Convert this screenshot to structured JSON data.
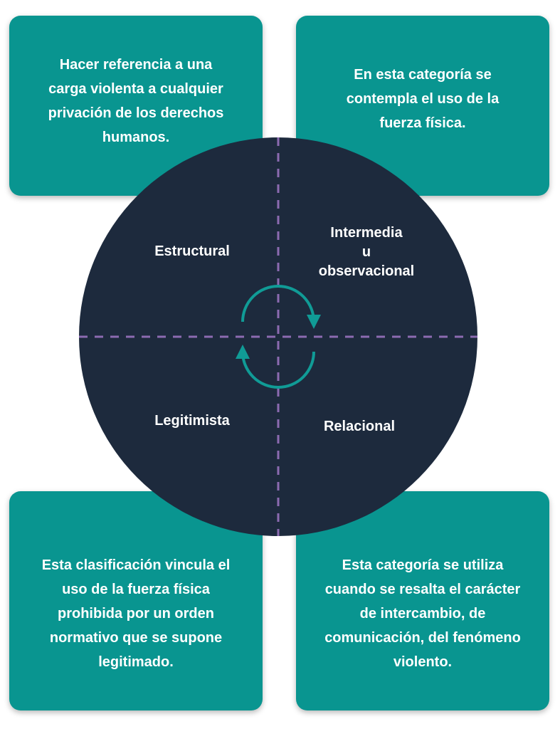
{
  "colors": {
    "card": "#099590",
    "circle": "#1d2a3d",
    "divider": "#8c6bb1",
    "cycle_arrows": "#109b96",
    "text": "#ffffff"
  },
  "cards": {
    "top_left": "Hacer referencia a una carga violenta a cualquier privación de los derechos humanos.",
    "top_right": "En esta categoría se contempla el uso de la fuerza física.",
    "bottom_left": "Esta clasificación vincula el uso de la fuerza física prohibida por un orden normativo que se supone legitimado.",
    "bottom_right": "Esta categoría se utiliza cuando se resalta el carácter de intercambio, de comunicación, del fenómeno violento."
  },
  "quadrants": {
    "top_left": "Estructural",
    "top_right": "Intermedia\nu\nobservacional",
    "bottom_left": "Legitimista",
    "bottom_right": "Relacional"
  },
  "icons": {
    "center": "cycle-arrows-icon"
  }
}
